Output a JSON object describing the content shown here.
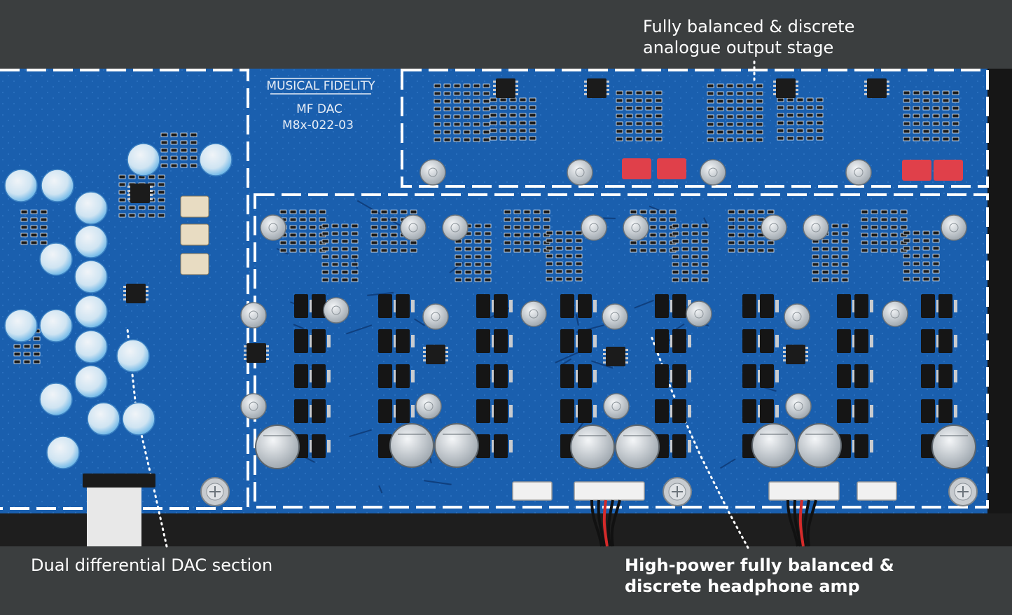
{
  "palette": {
    "background": "#3b3e3f",
    "pcb": "#1a5fae",
    "pcb_dark": "#0f3f7e",
    "silkscreen": "#e8eef6",
    "capacitor_light": "#d4d9dd",
    "capacitor_blue": "#5fb0e6",
    "chip": "#1b1b1b",
    "relay_red": "#e0404a",
    "dashed_outline": "#ffffff"
  },
  "board": {
    "brand": "MUSICAL FIDELITY",
    "model": "MF DAC",
    "part_number": "M8x-022-03"
  },
  "captions": {
    "output_stage": [
      "Fully balanced & discrete",
      "analogue output stage"
    ],
    "dac_section": "Dual differential DAC section",
    "headphone_amp": [
      "High-power fully balanced &",
      "discrete headphone amp"
    ]
  }
}
